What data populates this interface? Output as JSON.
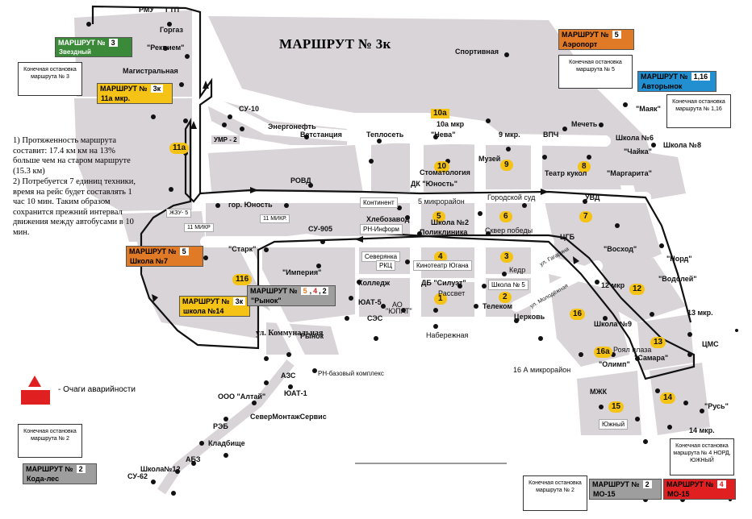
{
  "title": "МАРШРУТ № 3к",
  "info": {
    "p1": "1) Протяженность маршрута составит: 17.4 км км на 13% больше чем на старом маршруте (15.3 км)",
    "p2": "2) Потребуется 7 единиц техники, время на рейс будет составлять 1 час 10 мин. Таким образом сохранится прежний интервал движения между автобусами в 10 мин."
  },
  "legend": {
    "label": "- Очаги аварийности"
  },
  "badges": {
    "m3": {
      "top": "МАРШРУТ №",
      "num": "3",
      "sub": "Звездный"
    },
    "m3k": {
      "top": "МАРШРУТ №",
      "num": "3к",
      "sub": "11а мкр."
    },
    "m5a": {
      "top": "МАРШРУТ №",
      "num": "5",
      "sub": "Аэропорт"
    },
    "m116": {
      "top": "МАРШРУТ №",
      "num": "1,16",
      "sub": "Авторынок"
    },
    "m5s": {
      "top": "МАРШРУТ №",
      "num": "5",
      "sub": "Школа №7"
    },
    "m3k14": {
      "top": "МАРШРУТ №",
      "num": "3к",
      "sub": "школа №14"
    },
    "m542": {
      "top": "МАРШРУТ №",
      "n1": "5",
      "n2": "4",
      "n3": "2",
      "sub": "\"Рынок\""
    },
    "m2k": {
      "top": "МАРШРУТ №",
      "num": "2",
      "sub": "Кода-лес"
    },
    "m2mo": {
      "top": "МАРШРУТ №",
      "num": "2",
      "sub": "МО-15"
    },
    "m4mo": {
      "top": "МАРШРУТ №",
      "num": "4",
      "sub": "МО-15"
    }
  },
  "notes": {
    "n3": "Конечная остановка маршрута № 3",
    "n5": "Конечная остановка маршрута № 5",
    "n116": "Конечная остановка маршрута № 1,16",
    "n2a": "Конечная остановка маршрута № 2",
    "n4": "Конечная остановка маршрута № 4 НОРД, ЮЖНЫЙ",
    "n2b": "Конечная остановка маршрута № 2"
  },
  "districts": [
    "10а",
    "10",
    "9",
    "8",
    "7",
    "6",
    "5",
    "4",
    "3",
    "2",
    "1",
    "11а",
    "116",
    "12",
    "13",
    "14",
    "15",
    "16",
    "16а"
  ],
  "labels": {
    "l_rmu": "РМУ",
    "l_ggg": "ГТП",
    "l_gorgaz": "Горгаз",
    "l_rekviem": "\"Реквием\"",
    "l_magistr": "Магистральная",
    "l_sportiv": "Спортивная",
    "l_su10": "СУ-10",
    "l_energo": "Энергонефть",
    "l_vetst": "Ветстанция",
    "l_teplo": "Теплосеть",
    "l_neva": "\"Нева\"",
    "l_10amkr": "10а мкр",
    "l_9mkr": "9 мкр.",
    "l_vpch": "ВПЧ",
    "l_mechet": "Мечеть",
    "l_mayak": "\"Маяк\"",
    "l_shk6": "Школа №6",
    "l_chaika": "\"Чайка\"",
    "l_shk8": "Школа №8",
    "l_umr": "УМР - 2",
    "l_stomat": "Стоматология",
    "l_muzei": "Музей",
    "l_teatr": "Театр кукол",
    "l_margarita": "\"Маргарита\"",
    "l_rovd": "РОВД",
    "l_dk": "ДК \"Юность\"",
    "l_kontinent": "Континент",
    "l_5mkrr": "5 микрорайон",
    "l_gorsud": "Городской суд",
    "l_uvd": "УВД",
    "l_gorun": "гор. Юность",
    "l_zhzu": "ЖЗУ- 5",
    "l_11mkr1": "11 МИКР",
    "l_11mkr2": "11 МИКР.",
    "l_hleb": "Хлебозавод",
    "l_rnin": "РН-Информ",
    "l_su905": "СУ-905",
    "l_shk2": "Школа №2",
    "l_polik": "Поликлиника",
    "l_skver": "Сквер победы",
    "l_cgb": "ЦГБ",
    "l_voshod": "\"Восход\"",
    "l_nord": "\"Норд\"",
    "l_stark": "\"Старк\"",
    "l_severyanka": "Северянка",
    "l_rkc": "РКЦ",
    "l_kinoteatr": "Кинотеатр Югана",
    "l_kedr": "Кедр",
    "l_imperiya": "\"Империя\"",
    "l_kolledzh": "Колледж",
    "l_db": "ДБ \"Силуэт\"",
    "l_shk5": "Школа № 5",
    "l_rassvet": "Рассвет",
    "l_telekom": "Телеком",
    "l_yuat5": "ЮАТ-5",
    "l_ao": "АО",
    "l_yupat": "\"ЮПАТ\"",
    "l_ses": "СЭС",
    "l_12mkr": "12 мкр",
    "l_vodolei": "\"Водолей\"",
    "l_13mkr": "13 мкр.",
    "l_cms": "ЦМС",
    "l_gagarina": "ул. Гагарина",
    "l_molod": "ул. Молодёжная",
    "l_cerkov": "Церковь",
    "l_shk9": "Школа №9",
    "l_rynok": "Рынок",
    "l_naberezh": "Набережная",
    "l_komm": "ул. Коммунальная",
    "l_royalplaza": "Роял плаза",
    "l_olimp": "\"Олимп\"",
    "l_samara": "\"Самара\"",
    "l_16amkr": "16 А микрорайон",
    "l_azs": "АЗС",
    "l_rnbaz": "РН-базовый комплекс",
    "l_altai": "ООО \"Алтай\"",
    "l_yuat1": "ЮАТ-1",
    "l_reb": "РЭБ",
    "l_severmontazh": "СеверМонтажСервис",
    "l_kladb": "Кладбище",
    "l_abz": "АБЗ",
    "l_shk12": "Школа№12",
    "l_su62": "СУ-62",
    "l_mzhk": "МЖК",
    "l_yuzhny": "Южный",
    "l_rus": "\"Русь\"",
    "l_14mkr": "14 мкр."
  }
}
